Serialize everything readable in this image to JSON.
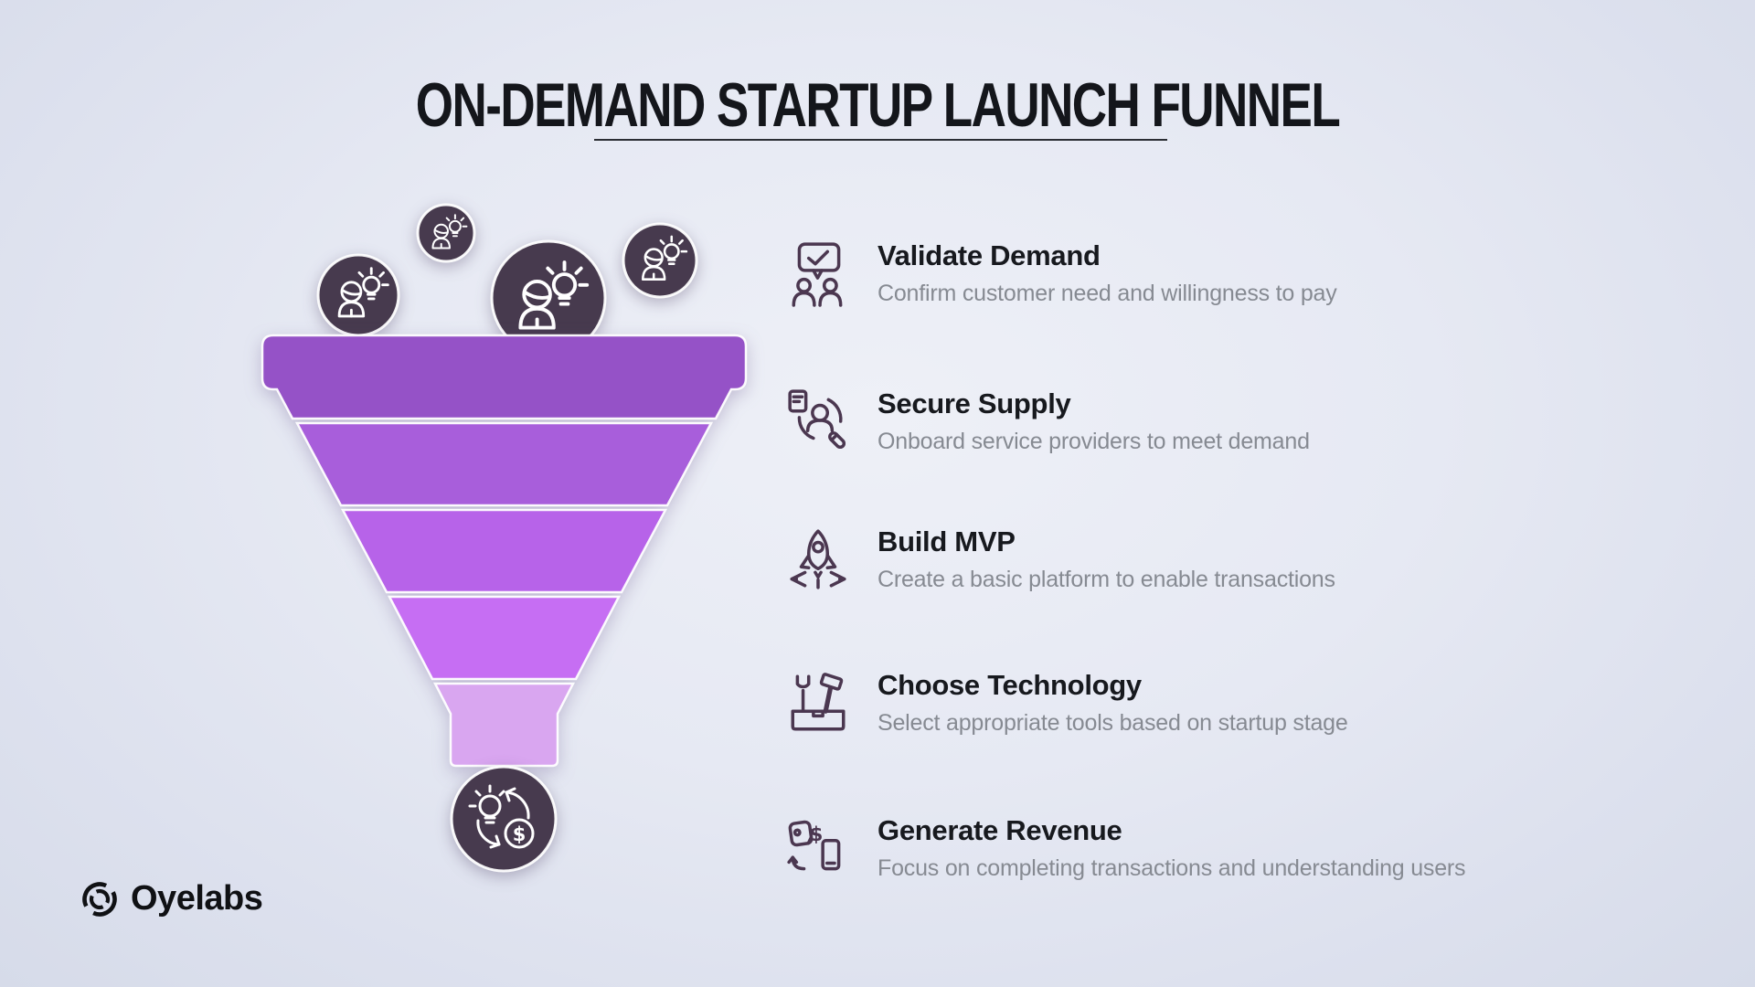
{
  "title": {
    "text": "ON-DEMAND STARTUP LAUNCH FUNNEL"
  },
  "brand": {
    "name": "Oyelabs",
    "logo_color": "#101114"
  },
  "funnel": {
    "type": "funnel",
    "stage_count": 5,
    "segments": [
      {
        "name": "stage-1",
        "color": "#9552c7"
      },
      {
        "name": "stage-2",
        "color": "#a85edb"
      },
      {
        "name": "stage-3",
        "color": "#b763e9"
      },
      {
        "name": "stage-4",
        "color": "#c66ef3"
      },
      {
        "name": "stage-5",
        "color": "#d9a6f0"
      }
    ],
    "idea_circle_color": "#473a4e",
    "idea_icon": "person-lightbulb-icon",
    "outcome_icon": "idea-to-money-cycle-icon"
  },
  "steps": [
    {
      "title": "Validate Demand",
      "description": "Confirm customer need and willingness to pay",
      "icon": "chat-check-people-icon"
    },
    {
      "title": "Secure Supply",
      "description": "Onboard service providers to meet demand",
      "icon": "provider-network-icon"
    },
    {
      "title": "Build MVP",
      "description": "Create a basic platform to enable transactions",
      "icon": "rocket-launch-icon"
    },
    {
      "title": "Choose Technology",
      "description": "Select appropriate tools based on startup stage",
      "icon": "toolbox-icon"
    },
    {
      "title": "Generate Revenue",
      "description": "Focus on completing transactions and understanding users",
      "icon": "payment-exchange-icon"
    }
  ],
  "colors": {
    "background_center": "#eef0f7",
    "background_edge": "#d6dbe9",
    "title_text": "#14161b",
    "divider": "#2b2e34",
    "step_title_text": "#17191e",
    "step_description_text": "#868a92",
    "step_icon_stroke": "#4b3750",
    "funnel_icon_stroke": "#ffffff"
  }
}
